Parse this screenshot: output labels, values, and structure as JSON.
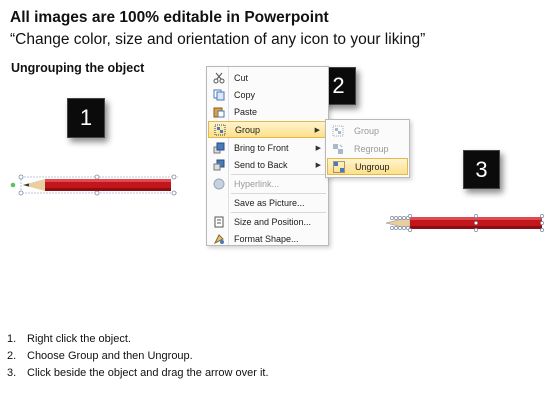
{
  "header": {
    "title": "All images are 100% editable in Powerpoint",
    "subtitle": "“Change color, size and orientation of any icon to your liking”"
  },
  "section_title": "Ungrouping the object",
  "badges": [
    "1",
    "2",
    "3"
  ],
  "context_menu": {
    "items": [
      {
        "label": "Cut",
        "icon": "scissors-icon",
        "disabled": false
      },
      {
        "label": "Copy",
        "icon": "copy-icon",
        "disabled": false
      },
      {
        "label": "Paste",
        "icon": "paste-icon",
        "disabled": false
      },
      {
        "label": "Group",
        "icon": "group-icon",
        "disabled": false,
        "submenu": true,
        "highlighted": true
      },
      {
        "label": "Bring to Front",
        "icon": "bring-to-front-icon",
        "disabled": false,
        "submenu": true
      },
      {
        "label": "Send to Back",
        "icon": "send-to-back-icon",
        "disabled": false,
        "submenu": true
      },
      {
        "label": "Hyperlink...",
        "icon": "hyperlink-icon",
        "disabled": true
      },
      {
        "label": "Save as Picture...",
        "icon": "",
        "disabled": false
      },
      {
        "label": "Size and Position...",
        "icon": "size-position-icon",
        "disabled": false
      },
      {
        "label": "Format Shape...",
        "icon": "format-shape-icon",
        "disabled": false
      }
    ]
  },
  "submenu": {
    "items": [
      {
        "label": "Group",
        "icon": "group-icon",
        "disabled": true
      },
      {
        "label": "Regroup",
        "icon": "regroup-icon",
        "disabled": true
      },
      {
        "label": "Ungroup",
        "icon": "ungroup-icon",
        "disabled": false,
        "highlighted": true
      }
    ]
  },
  "colors": {
    "pencil_red": "#c0161c",
    "highlight": "#fde08a",
    "badge_bg": "#0b0b0b"
  },
  "steps": [
    {
      "num": "1.",
      "text": "Right click the object."
    },
    {
      "num": "2.",
      "text": "Choose Group and then Ungroup."
    },
    {
      "num": "3.",
      "text": "Click beside the object and drag the arrow over it."
    }
  ]
}
